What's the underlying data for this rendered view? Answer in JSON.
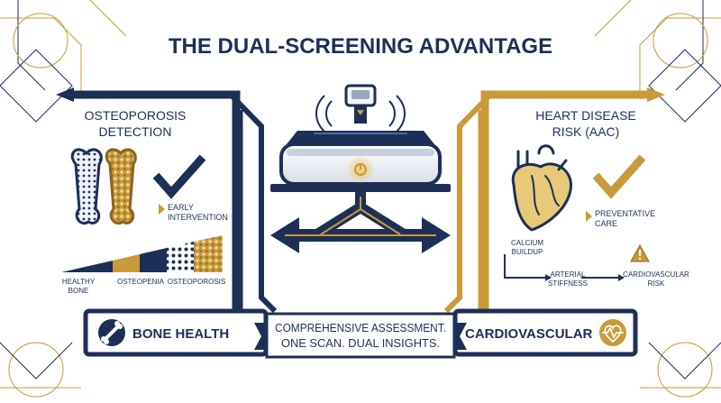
{
  "title": "THE DUAL-SCREENING ADVANTAGE",
  "colors": {
    "navy": "#1d2f57",
    "gold": "#c89a3a",
    "light_gold": "#e7c978",
    "background": "#ffffff"
  },
  "left_panel": {
    "heading_line1": "OSTEOPOROSIS",
    "heading_line2": "DETECTION",
    "icon": "bone-cross-section-icon",
    "check_icon": "checkmark-icon",
    "callout_line1": "EARLY",
    "callout_line2": "INTERVENTION",
    "scale": {
      "labels": [
        {
          "line1": "HEALTHY",
          "line2": "BONE"
        },
        {
          "line1": "OSTEOPENIA",
          "line2": ""
        },
        {
          "line1": "OSTEOPOROSIS",
          "line2": ""
        }
      ]
    }
  },
  "right_panel": {
    "heading_line1": "HEART DISEASE",
    "heading_line2": "RISK (AAC)",
    "icon": "anatomical-heart-icon",
    "check_icon": "checkmark-icon",
    "callout_line1": "PREVENTATIVE",
    "callout_line2": "CARE",
    "flow": {
      "step1_line1": "CALCIUM",
      "step1_line2": "BUILDUP",
      "step2_line1": "ARTERIAL",
      "step2_line2": "STIFFNESS",
      "step3_line1": "CARDIOVASCULAR",
      "step3_line2": "RISK",
      "warning_icon": "warning-triangle-icon"
    }
  },
  "scanner": {
    "icon": "bone-density-scanner-icon",
    "power_icon": "power-icon"
  },
  "bottom": {
    "left_label": "BONE HEALTH",
    "left_icon": "bone-icon",
    "center_line1": "COMPREHENSIVE ASSESSMENT.",
    "center_line2": "ONE SCAN. DUAL INSIGHTS.",
    "right_label": "CARDIOVASCULAR",
    "right_icon": "heart-pulse-icon"
  }
}
